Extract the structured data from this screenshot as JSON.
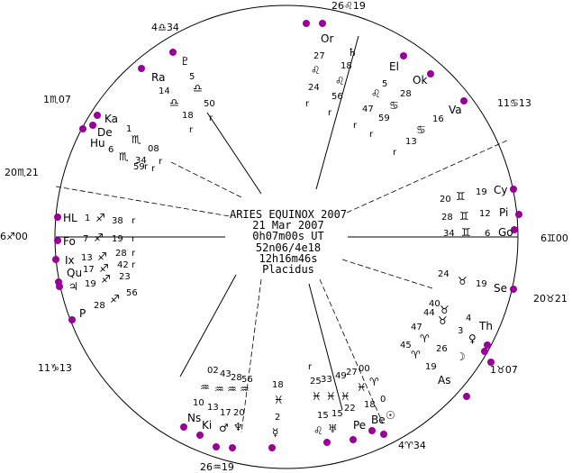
{
  "center": {
    "title": "ARIES EQUINOX 2007",
    "date": "21 Mar 2007",
    "time": "0h07m00s UT",
    "coords": "52n06/4e18",
    "sidereal": "12h16m46s",
    "system": "Placidus"
  },
  "cusps": {
    "asc": "6♐00",
    "dsc": "6♊00",
    "h11": "4♎34",
    "mc": "26♌19",
    "h8": "11♋13",
    "h9": "1♏07",
    "h12": "20♏21",
    "h2": "11♑13",
    "ic": "26♒19",
    "h5": "4♈34",
    "h6": "1♉07",
    "h7": "20♉21"
  },
  "labels": {
    "or": {
      "code": "Or",
      "deg": "27",
      "sign": "♌",
      "min": "24",
      "r": "r"
    },
    "sat": {
      "glyph": "♄",
      "deg": "18",
      "sign": "♌",
      "min": "56",
      "r": "r"
    },
    "el": {
      "code": "El",
      "deg": "5",
      "sign": "♌",
      "min": "47",
      "r": "r"
    },
    "ok": {
      "code": "Ok",
      "deg": "28",
      "sign": "♋",
      "min": "59",
      "r": "r"
    },
    "va": {
      "code": "Va",
      "deg": "16",
      "sign": "♋",
      "min": "13",
      "r": "r"
    },
    "ra": {
      "code": "Ra",
      "deg": "14",
      "sign": "♎",
      "min": "18",
      "r": "r"
    },
    "pluto_asp": {
      "glyph": "♇",
      "deg": "5",
      "sign": "♎",
      "min": "50",
      "r": "r"
    },
    "ka": {
      "code": "Ka",
      "deg": "1",
      "sign": "♏",
      "min": "08",
      "r": "r"
    },
    "de": {
      "code": "De",
      "deg": "6",
      "sign": "♏",
      "min": "34",
      "r": "r"
    },
    "hu": {
      "code": "Hu",
      "deg": "59",
      "r": "r"
    },
    "cy": {
      "code": "Cy",
      "deg": "19",
      "sign": "♊",
      "lead": "20"
    },
    "pi": {
      "code": "Pi",
      "deg": "12",
      "sign": "♊",
      "lead": "28"
    },
    "go": {
      "code": "Go",
      "deg": "6",
      "sign": "♊",
      "lead": "34"
    },
    "se": {
      "code": "Se",
      "deg": "19",
      "sign": "♉",
      "lead": "24"
    },
    "th": {
      "code": "Th",
      "deg": "4"
    },
    "venus": {
      "glyph": "♀",
      "deg": "3"
    },
    "moon": {
      "glyph": "☽",
      "deg": "26"
    },
    "as": {
      "code": "As",
      "deg": "19"
    },
    "hl": {
      "code": "HL",
      "deg": "1",
      "min": "38",
      "r": "r"
    },
    "fo": {
      "code": "Fo",
      "deg": "7",
      "min": "19",
      "r": "r"
    },
    "ix": {
      "code": "Ix",
      "deg": "13",
      "min": "28",
      "r": "r"
    },
    "qu": {
      "code": "Qu",
      "deg": "17",
      "min": "42"
    },
    "jupiter": {
      "glyph": "♃",
      "deg": "19",
      "min": "23"
    },
    "p": {
      "code": "P",
      "deg": "28",
      "min": "56"
    },
    "ns": {
      "code": "Ns"
    },
    "ki": {
      "code": "Ki"
    },
    "mars": {
      "glyph": "♂"
    },
    "neptune": {
      "glyph": "♆"
    },
    "mercury": {
      "glyph": "☿"
    },
    "pe": {
      "code": "Pe"
    },
    "be": {
      "code": "Be"
    },
    "sun": {
      "glyph": "☉"
    },
    "uranus": {
      "glyph": "♅"
    }
  },
  "bottom_left_nums": [
    "02",
    "43",
    "28",
    "56",
    "10",
    "13",
    "17",
    "20"
  ],
  "bottom_mid_nums": [
    "18",
    "2",
    "r"
  ],
  "bottom_right_nums": [
    "25",
    "33",
    "49",
    "27",
    "00",
    "15",
    "15",
    "22",
    "18",
    "0",
    "r"
  ],
  "misc": {
    "aries_lead": "40",
    "aries_lead2": "44",
    "aries_min": "47",
    "aries_min2": "45"
  }
}
